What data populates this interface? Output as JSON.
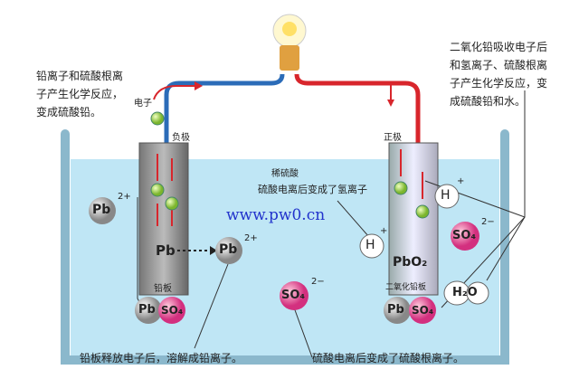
{
  "labels": {
    "top_left": "铅离子和硫酸根离子产生化学反应，变成硫酸铅。",
    "top_right": "二氧化铅吸收电子后和氢离子、硫酸根离子产生化学反应，变成硫酸铅和水。",
    "bottom_left": "铅板释放电子后，溶解成铅离子。",
    "bottom_right": "硫酸电离后变成了硫酸根离子。",
    "electron": "电子",
    "negative": "负极",
    "positive": "正极",
    "acid": "稀硫酸",
    "acid_ionize": "硫酸电离后变成了氢离子",
    "lead_plate": "铅板",
    "pbo2_plate": "二氧化铅板",
    "watermark": "www.pw0.cn"
  },
  "ions": {
    "pb": "Pb",
    "pb_charge": "2+",
    "so4": "SO₄",
    "so4_charge": "2−",
    "h": "H",
    "h_charge": "+",
    "pbo2": "PbO₂",
    "h2o": "H₂O"
  },
  "colors": {
    "solution": "#bfe6f5",
    "negative_wire": "#2b6cb8",
    "positive_wire": "#d8262c",
    "electron": "#9fd04a",
    "so4": "#e8559a"
  }
}
